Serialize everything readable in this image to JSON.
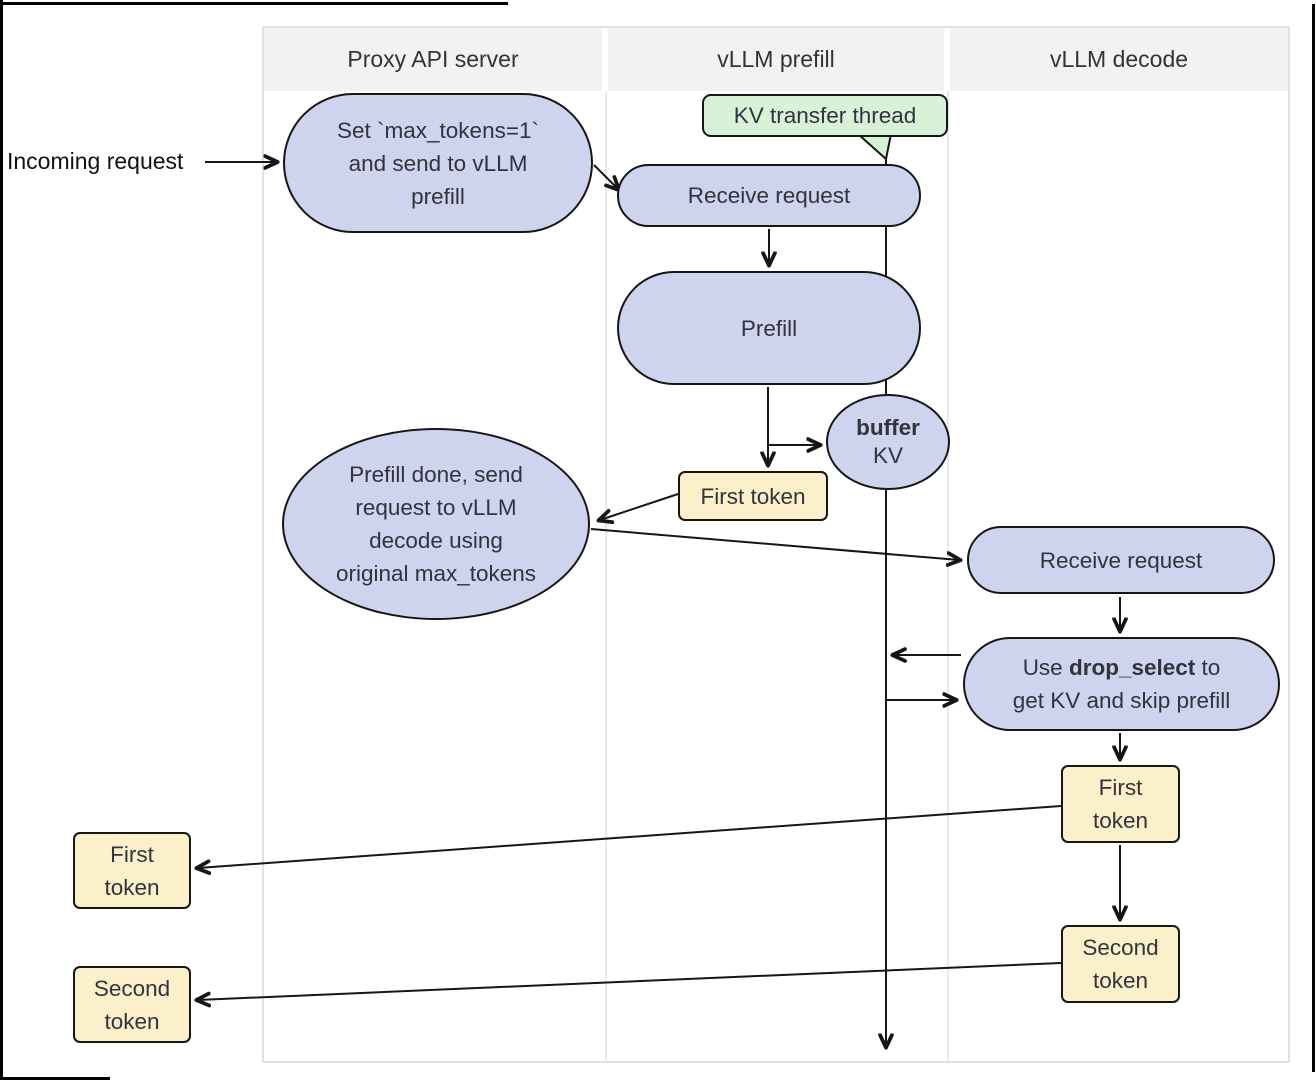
{
  "diagram": {
    "type": "flowchart-swimlanes",
    "description_colors": {
      "process_fill": "#ced3ee",
      "token_fill": "#fbf0ca",
      "thread_fill": "#d8f2d8",
      "outline": "#161616",
      "lane_header_bg": "#f2f2f2",
      "lane_border": "#e1e1e1",
      "text": "#32333d"
    },
    "lanes": [
      {
        "label": "Proxy API server"
      },
      {
        "label": "vLLM prefill"
      },
      {
        "label": "vLLM decode"
      }
    ],
    "external_labels": {
      "incoming_request": "Incoming request"
    },
    "nodes": {
      "set_max_tokens": {
        "line1": "Set `max_tokens=1`",
        "line2": "and send to vLLM",
        "line3": "prefill"
      },
      "kv_transfer_thread": {
        "label": "KV transfer thread"
      },
      "receive_request_prefill": {
        "label": "Receive request"
      },
      "prefill": {
        "label": "Prefill"
      },
      "buffer_kv": {
        "bold": "buffer",
        "normal": "KV"
      },
      "first_token_prefill": {
        "label": "First token"
      },
      "prefill_done": {
        "line1": "Prefill done, send",
        "line2": "request to vLLM",
        "line3": "decode using",
        "line4": "original max_tokens"
      },
      "receive_request_decode": {
        "label": "Receive request"
      },
      "drop_select": {
        "pre": "Use",
        "bold": "drop_select",
        "post": "to",
        "line2": "get KV and skip prefill"
      },
      "first_token_decode": {
        "line1": "First",
        "line2": "token"
      },
      "second_token_decode": {
        "line1": "Second",
        "line2": "token"
      },
      "first_token_out": {
        "line1": "First",
        "line2": "token"
      },
      "second_token_out": {
        "line1": "Second",
        "line2": "token"
      }
    }
  }
}
